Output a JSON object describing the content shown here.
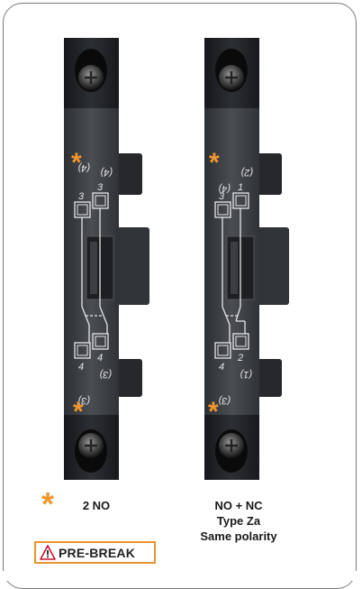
{
  "accent_color": "#f0962e",
  "modules": [
    {
      "caption_lines": [
        "2 NO"
      ],
      "terminals_top": {
        "marks": [
          "(4)",
          "(4)"
        ],
        "numbers": [
          "3",
          "3"
        ]
      },
      "terminals_bottom": {
        "numbers": [
          "4",
          "4"
        ],
        "marks": [
          "(3)",
          "(3)"
        ]
      }
    },
    {
      "caption_lines": [
        "NO + NC",
        "Type Za",
        "Same polarity"
      ],
      "terminals_top": {
        "marks": [
          "(4)",
          "(2)"
        ],
        "numbers": [
          "3",
          "1"
        ]
      },
      "terminals_bottom": {
        "numbers": [
          "4",
          "2"
        ],
        "marks": [
          "(3)",
          "(1)"
        ]
      }
    }
  ],
  "legend": {
    "star_symbol": "*",
    "warning_icon": "warning-triangle-icon",
    "label": "PRE-BREAK"
  }
}
